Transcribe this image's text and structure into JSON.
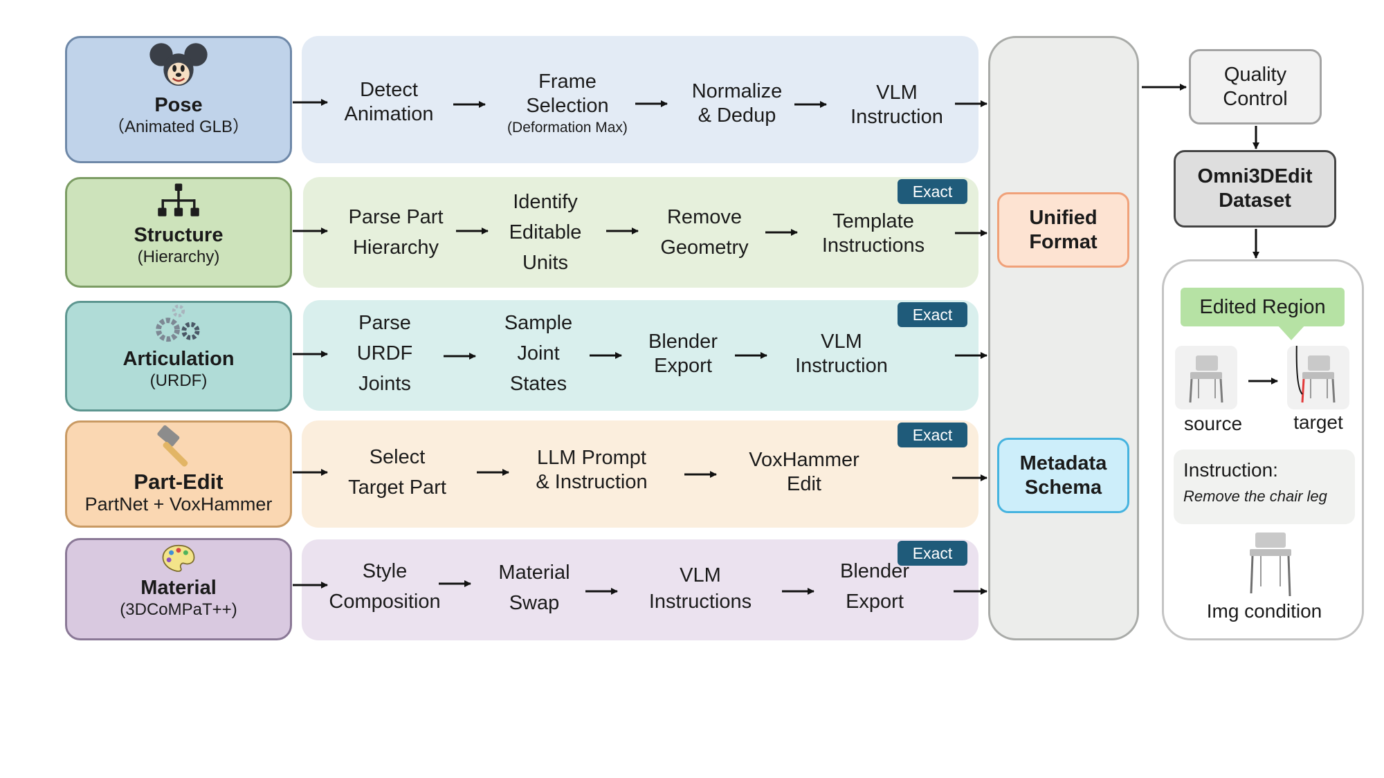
{
  "sources": [
    {
      "name": "Pose",
      "subtitle": "（Animated GLB）",
      "icon": "mouse-head-icon"
    },
    {
      "name": "Structure",
      "subtitle": "(Hierarchy)",
      "icon": "hierarchy-icon"
    },
    {
      "name": "Articulation",
      "subtitle": "(URDF)",
      "icon": "gears-icon"
    },
    {
      "name": "Part-Edit",
      "subtitle": "PartNet + VoxHammer",
      "icon": "hammer-icon"
    },
    {
      "name": "Material",
      "subtitle": "(3DCoMPaT++)",
      "icon": "palette-icon"
    }
  ],
  "pipelines": [
    {
      "steps": [
        {
          "lines": [
            "Detect",
            "Animation"
          ]
        },
        {
          "lines": [
            "Frame",
            "Selection"
          ],
          "note": "(Deformation Max)"
        },
        {
          "lines": [
            "Normalize",
            "& Dedup"
          ]
        },
        {
          "lines": [
            "VLM",
            "Instruction"
          ]
        }
      ]
    },
    {
      "badge": "Exact",
      "steps": [
        {
          "lines": [
            "Parse Part",
            "Hierarchy"
          ]
        },
        {
          "lines": [
            "Identify",
            "Editable",
            "Units"
          ]
        },
        {
          "lines": [
            "Remove",
            "Geometry"
          ]
        },
        {
          "lines": [
            "Template",
            "Instructions"
          ]
        }
      ]
    },
    {
      "badge": "Exact",
      "steps": [
        {
          "lines": [
            "Parse",
            "URDF",
            "Joints"
          ]
        },
        {
          "lines": [
            "Sample",
            "Joint",
            "States"
          ]
        },
        {
          "lines": [
            "Blender",
            "Export"
          ]
        },
        {
          "lines": [
            "VLM",
            "Instruction"
          ]
        }
      ]
    },
    {
      "badge": "Exact",
      "steps": [
        {
          "lines": [
            "Select",
            "Target Part"
          ]
        },
        {
          "lines": [
            "LLM Prompt",
            "& Instruction"
          ]
        },
        {
          "lines": [
            "VoxHammer",
            "Edit"
          ]
        }
      ]
    },
    {
      "badge": "Exact",
      "steps": [
        {
          "lines": [
            "Style",
            "Composition"
          ]
        },
        {
          "lines": [
            "Material",
            "Swap"
          ]
        },
        {
          "lines": [
            "VLM",
            "Instructions"
          ]
        },
        {
          "lines": [
            "Blender",
            "Export"
          ]
        }
      ]
    }
  ],
  "hub": {
    "unified": [
      "Unified",
      "Format"
    ],
    "metadata": [
      "Metadata",
      "Schema"
    ]
  },
  "quality": [
    "Quality",
    "Control"
  ],
  "dataset": [
    "Omni3DEdit",
    "Dataset"
  ],
  "example": {
    "edited_region": "Edited Region",
    "source_label": "source",
    "target_label": "target",
    "instruction_title": "Instruction:",
    "instruction_text": "Remove the chair leg",
    "img_condition": "Img condition"
  },
  "colors": {
    "pose_fill": "#c0d3ea",
    "pose_border": "#6e88a8",
    "pose_panel": "#e3ebf5",
    "structure_fill": "#cde3bb",
    "structure_border": "#7b9c63",
    "structure_panel": "#e6f0dc",
    "articulation_fill": "#b0dcd7",
    "articulation_border": "#5d9690",
    "articulation_panel": "#d9efed",
    "partedit_fill": "#fad7b2",
    "partedit_border": "#c99a63",
    "partedit_panel": "#fbeedd",
    "material_fill": "#d9c9e0",
    "material_border": "#8a7896",
    "material_panel": "#ebe2ef",
    "badge": "#1f5b7a",
    "unified_fill": "#fde3d2",
    "unified_border": "#f0a179",
    "metadata_fill": "#cdeefa",
    "metadata_border": "#45b3df",
    "edited_region": "#b6e2a4"
  }
}
